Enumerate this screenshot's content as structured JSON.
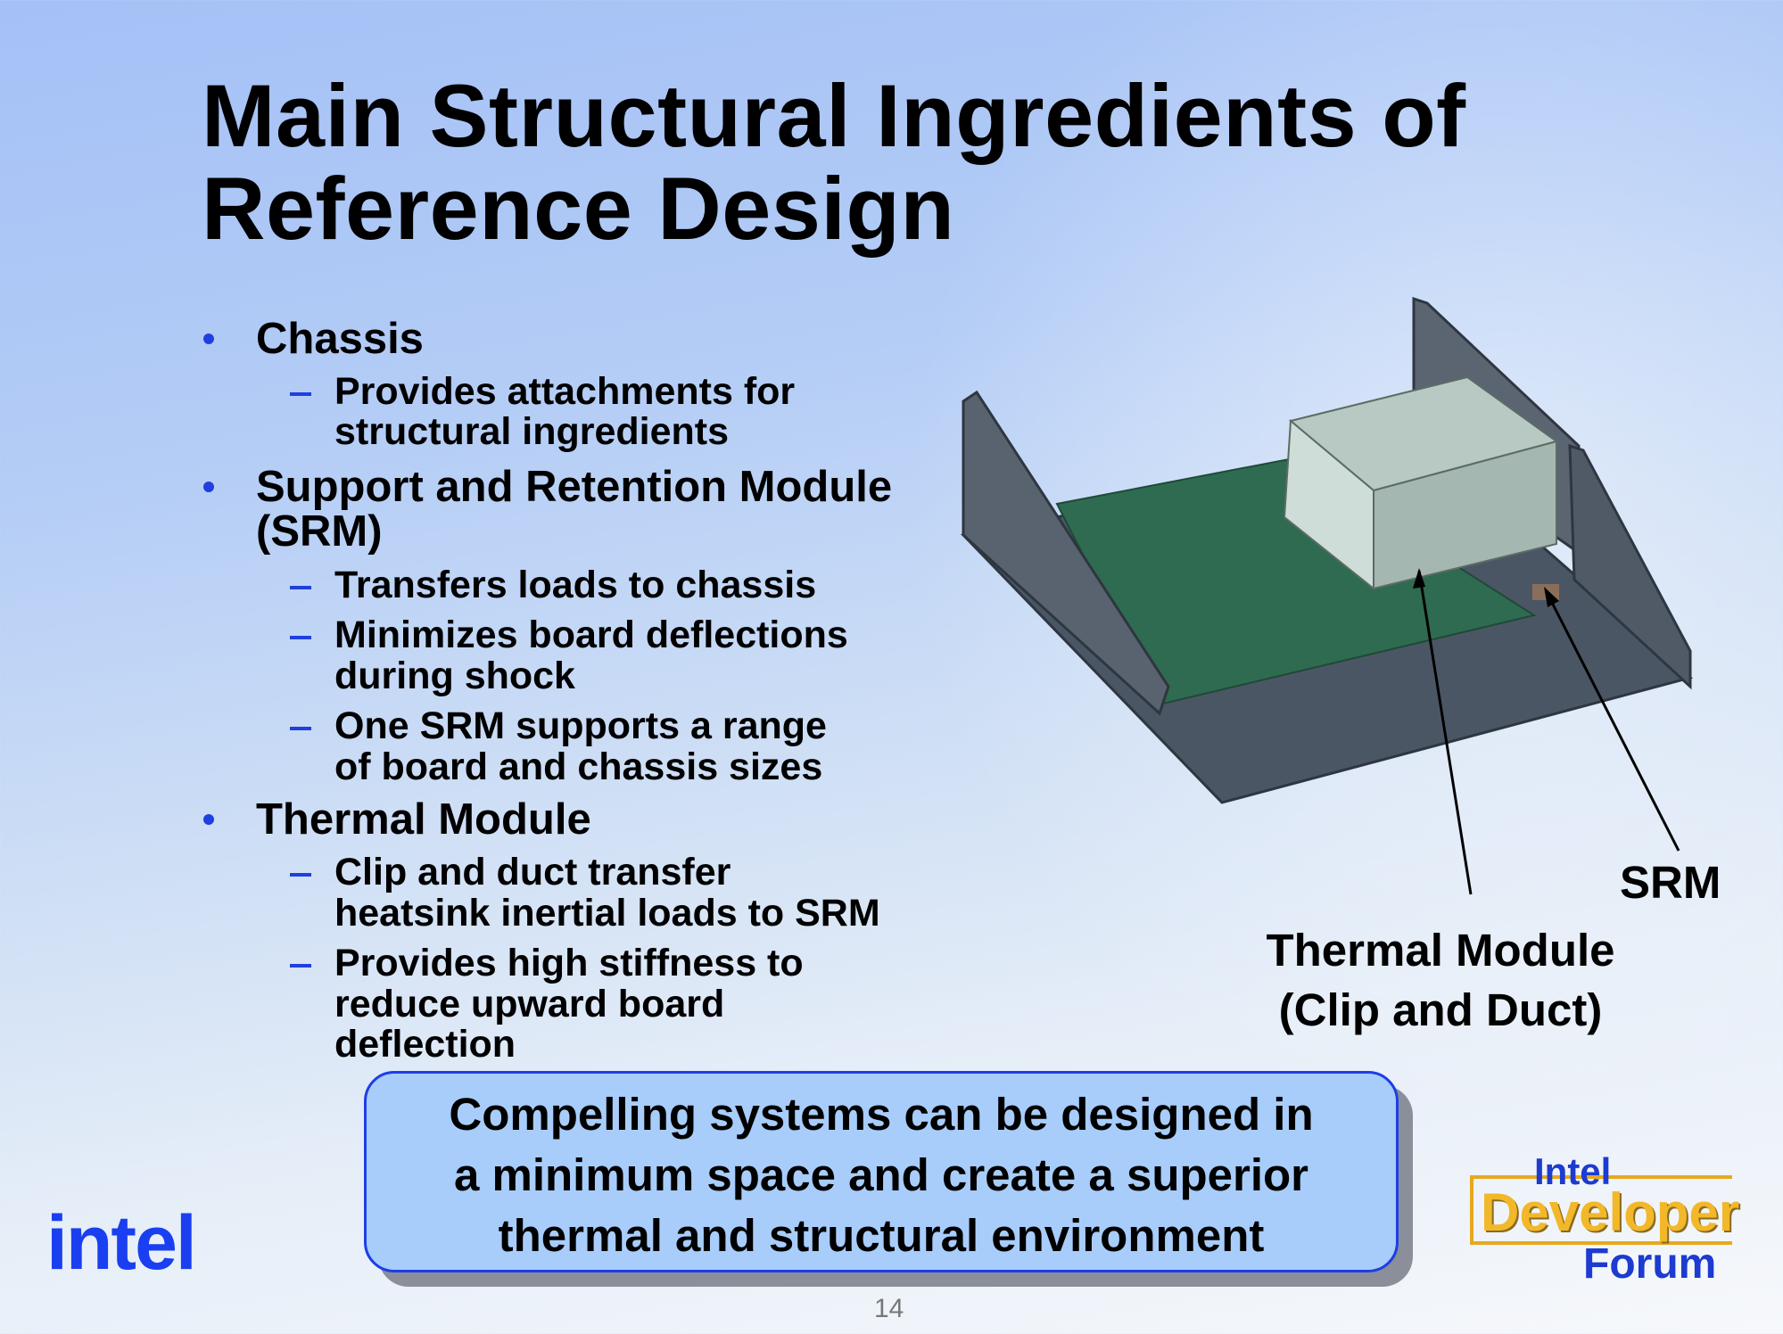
{
  "slide": {
    "title_line1": "Main Structural Ingredients of",
    "title_line2": "Reference Design",
    "bullets": [
      {
        "label": "Chassis",
        "subs": [
          [
            "Provides attachments for",
            "structural ingredients"
          ]
        ]
      },
      {
        "label_line1": "Support and Retention Module",
        "label_line2": "(SRM)",
        "subs": [
          [
            "Transfers loads to chassis"
          ],
          [
            "Minimizes board deflections",
            "during shock"
          ],
          [
            "One SRM supports a range",
            "of board and chassis sizes"
          ]
        ]
      },
      {
        "label": "Thermal Module",
        "subs": [
          [
            "Clip and duct transfer",
            "heatsink inertial loads to SRM"
          ],
          [
            "Provides high stiffness to",
            "reduce upward board",
            "deflection"
          ]
        ]
      }
    ],
    "figure_labels": {
      "srm": "SRM",
      "thermal_line1": "Thermal Module",
      "thermal_line2": "(Clip and Duct)"
    },
    "callout": [
      "Compelling systems can be designed in",
      "a minimum space and create a superior",
      "thermal and structural environment"
    ],
    "page_number": "14",
    "logos": {
      "intel": "intel",
      "idf": [
        "Intel",
        "Developer",
        "Forum"
      ]
    }
  },
  "colors": {
    "accent": "#1f3fe0",
    "callout_bg": "#a8cdfb",
    "board": "#2f6b50",
    "chassis": "#4b5665"
  }
}
